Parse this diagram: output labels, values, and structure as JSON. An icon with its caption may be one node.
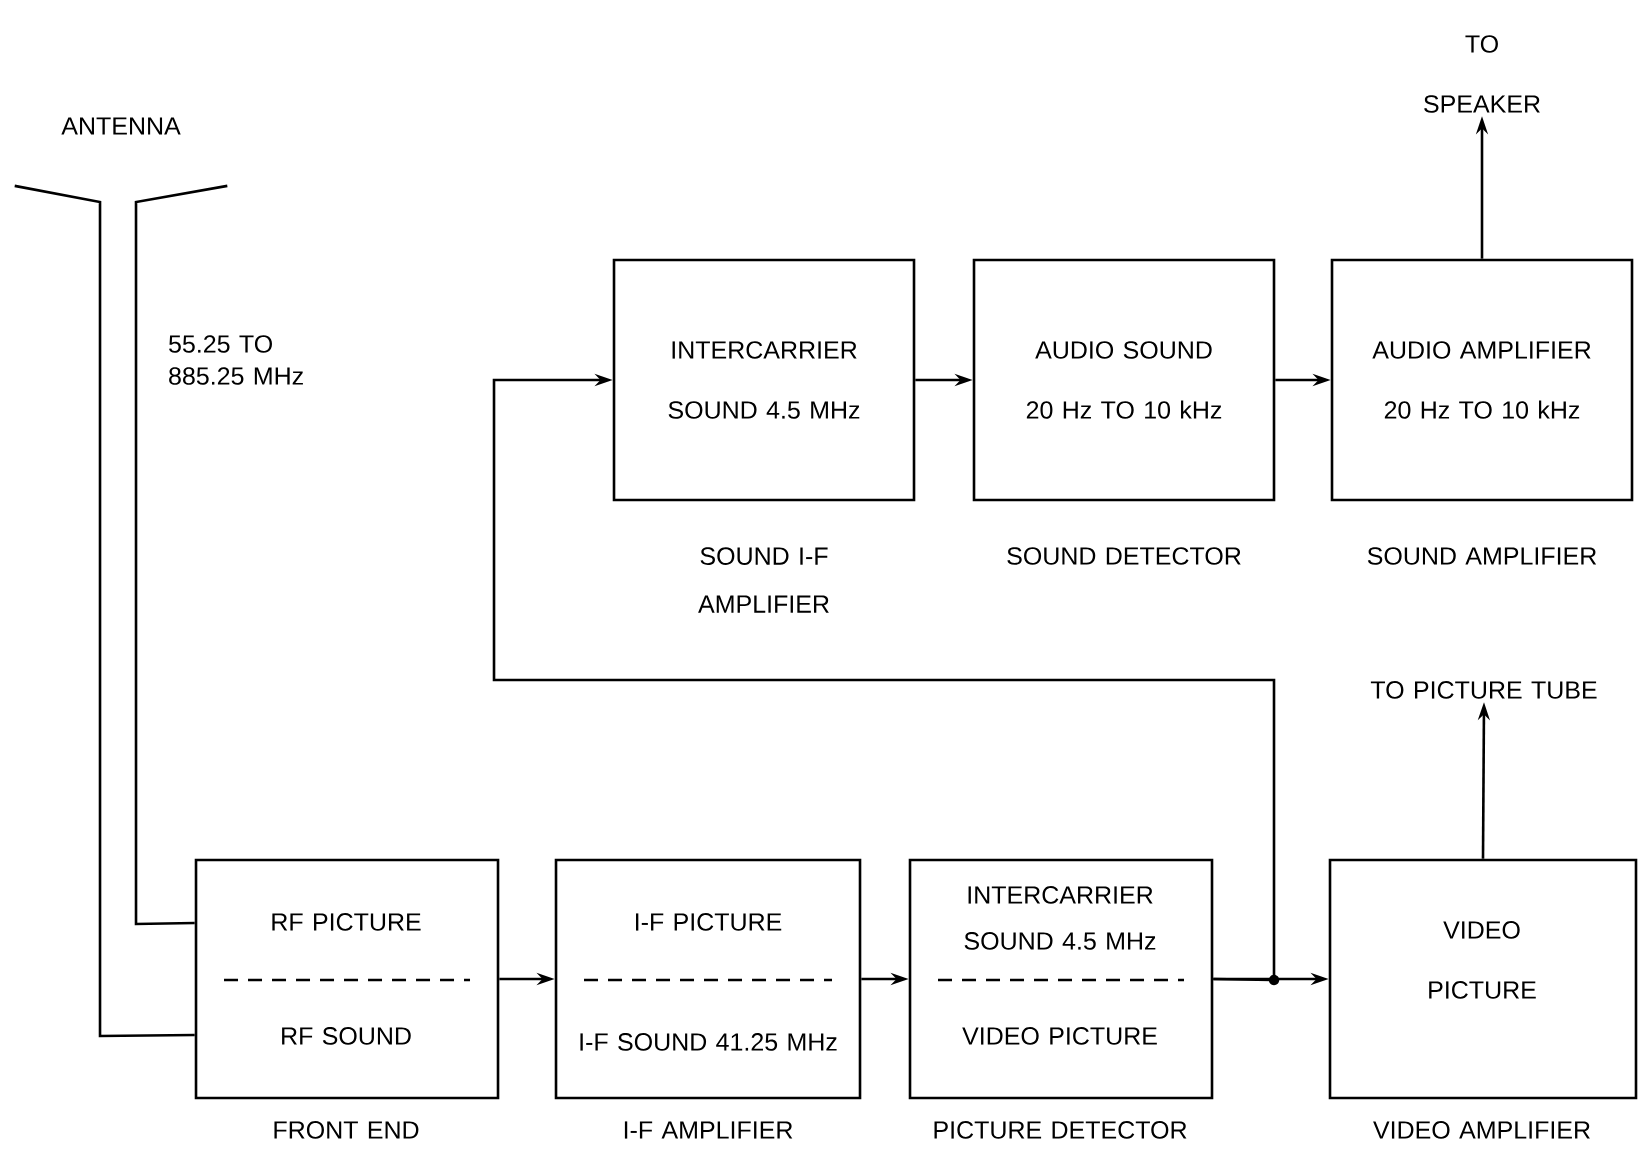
{
  "diagram": {
    "nodes": [
      {
        "text": [
          "ANTENNA"
        ]
      },
      {
        "text": [
          "RF PICTURE",
          "RF SOUND",
          "FRONT END"
        ]
      },
      {
        "text": [
          "I-F PICTURE",
          "I-F SOUND 41.25 MHz",
          "I-F AMPLIFIER"
        ]
      },
      {
        "text": [
          "INTERCARRIER SOUND 4.5 MHz",
          "VIDEO PICTURE",
          "PICTURE DETECTOR"
        ]
      },
      {
        "text": [
          "VIDEO PICTURE",
          "VIDEO AMPLIFIER"
        ]
      },
      {
        "text": [
          "TO PICTURE TUBE"
        ]
      },
      {
        "text": [
          "INTERCARRIER SOUND 4.5 MHz",
          "SOUND I-F AMPLIFIER"
        ]
      },
      {
        "text": [
          "AUDIO SOUND 20 Hz TO 10 kHz",
          "SOUND DETECTOR"
        ]
      },
      {
        "text": [
          "AUDIO AMPLIFIER 20 Hz TO 10 kHz",
          "SOUND AMPLIFIER"
        ]
      },
      {
        "text": [
          "TO SPEAKER"
        ]
      }
    ],
    "edges": [
      {
        "from": 0,
        "to": 1,
        "arrow": "none"
      },
      {
        "from": 0,
        "to": 1,
        "arrow": "none",
        "label": "55.25 TO 885.25 MHz"
      },
      {
        "from": 1,
        "to": 2,
        "arrow": "to"
      },
      {
        "from": 2,
        "to": 3,
        "arrow": "to"
      },
      {
        "from": 3,
        "to": 4,
        "arrow": "to"
      },
      {
        "from": 3,
        "to": 6,
        "arrow": "to"
      },
      {
        "from": 4,
        "to": 5,
        "arrow": "to"
      },
      {
        "from": 6,
        "to": 7,
        "arrow": "to"
      },
      {
        "from": 7,
        "to": 8,
        "arrow": "to"
      },
      {
        "from": 8,
        "to": 9,
        "arrow": "to"
      }
    ]
  }
}
